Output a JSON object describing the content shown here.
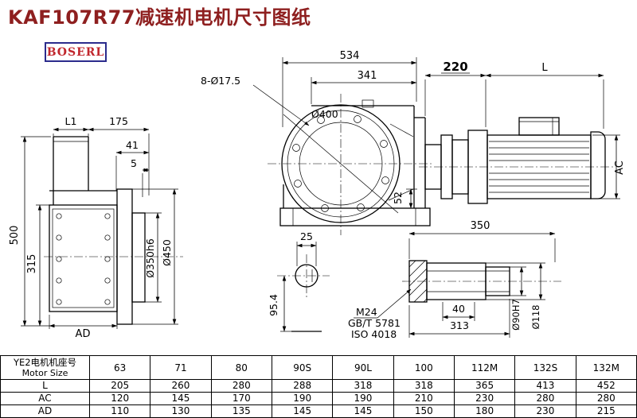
{
  "colors": {
    "title_text": "#8e1f1f",
    "brand_text": "#c1272d",
    "brand_border": "#2b2b8c",
    "line": "#000000"
  },
  "header": {
    "title": "KAF107R77减速机电机尺寸图纸",
    "brand": "BOSERL"
  },
  "drawing": {
    "front_view": {
      "overall_width": "534",
      "flange_width": "341",
      "bolt_holes": "8-Ø17.5",
      "flange_diameter": "Ø400",
      "foot_height": "52"
    },
    "motor_view": {
      "adapter_length": "220",
      "motor_length": "L",
      "motor_diameter": "AC"
    },
    "side_view": {
      "dim_l1": "L1",
      "dim_175": "175",
      "dim_41": "41",
      "dim_5": "5",
      "height_500": "500",
      "height_315": "315",
      "width_ad": "AD",
      "pilot_diameter": "Ø350h6",
      "flange_diameter": "Ø450"
    },
    "shaft_section": {
      "key_width": "25",
      "center_height": "95.4",
      "screw_spec": "M24",
      "standard_gb": "GB/T 5781",
      "standard_iso": "ISO 4018"
    },
    "shaft_detail": {
      "length_350": "350",
      "length_40": "40",
      "length_313": "313",
      "bore_diameter": "Ø90H7",
      "outer_diameter": "Ø118"
    }
  },
  "table": {
    "header_cn": "YE2电机机座号",
    "header_en": "Motor Size",
    "columns": [
      "63",
      "71",
      "80",
      "90S",
      "90L",
      "100",
      "112M",
      "132S",
      "132M"
    ],
    "rows": [
      {
        "label": "L",
        "values": [
          "205",
          "260",
          "280",
          "288",
          "318",
          "318",
          "365",
          "413",
          "452"
        ]
      },
      {
        "label": "AC",
        "values": [
          "120",
          "145",
          "170",
          "190",
          "190",
          "210",
          "230",
          "280",
          "280"
        ]
      },
      {
        "label": "AD",
        "values": [
          "110",
          "130",
          "135",
          "145",
          "145",
          "150",
          "180",
          "230",
          "215"
        ]
      }
    ]
  }
}
